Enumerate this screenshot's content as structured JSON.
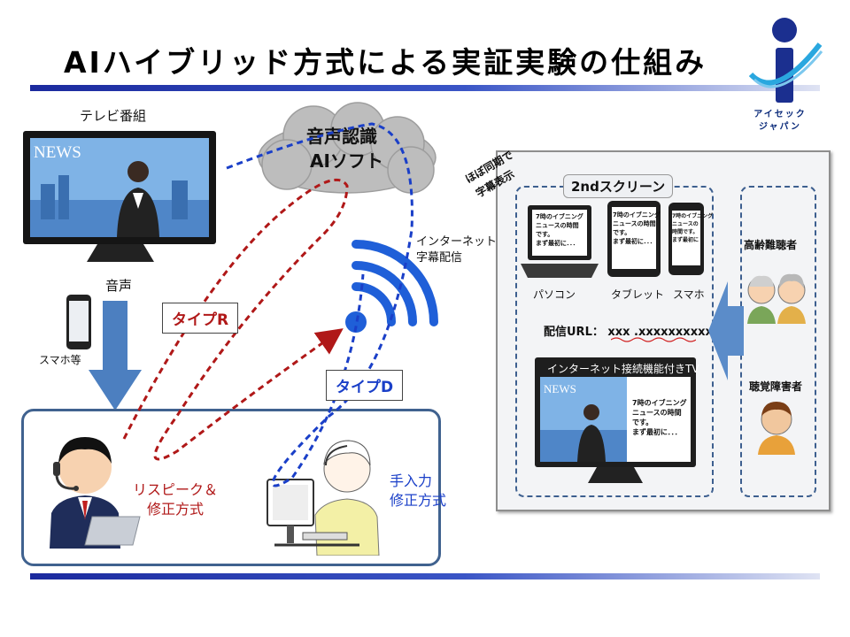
{
  "header": {
    "title": "AIハイブリッド方式による実証実験の仕組み"
  },
  "logo": {
    "line1": "アイセック",
    "line2": "ジャパン"
  },
  "broadcast": {
    "tv_label": "テレビ番組",
    "news_logo": "NEWS",
    "audio_label": "音声",
    "phone_label": "スマホ等"
  },
  "cloud": {
    "line1": "音声認識",
    "line2": "AIソフト"
  },
  "types": {
    "r": "タイプR",
    "d": "タイプD"
  },
  "internet": {
    "line1": "インターネット",
    "line2": "字幕配信"
  },
  "operators": {
    "respeak_line1": "リスピーク＆",
    "respeak_line2": "修正方式",
    "manual_line1": "手入力",
    "manual_line2": "修正方式"
  },
  "second_screen": {
    "sync_line1": "ほぼ同期で",
    "sync_line2": "字幕表示",
    "title": "2ndスクリーン",
    "devices": [
      "パソコン",
      "タブレット",
      "スマホ"
    ],
    "caption_text": "7時のイブニング\nニュースの時間\nです。\nまず最初に．．．",
    "phone_caption": "7時のイブニング\nニュースの\n時間です。\nまず最初に",
    "url_label": "配信URL： xxx .xxxxxxxxxx",
    "tv_title": "インターネット接続機能付きTV",
    "audience": [
      "高齢難聴者",
      "聴覚障害者"
    ]
  },
  "colors": {
    "accent_blue": "#1b2a9e",
    "type_r_red": "#b01818",
    "type_d_blue": "#1a3fc8",
    "wifi_blue": "#1f5fd8"
  }
}
